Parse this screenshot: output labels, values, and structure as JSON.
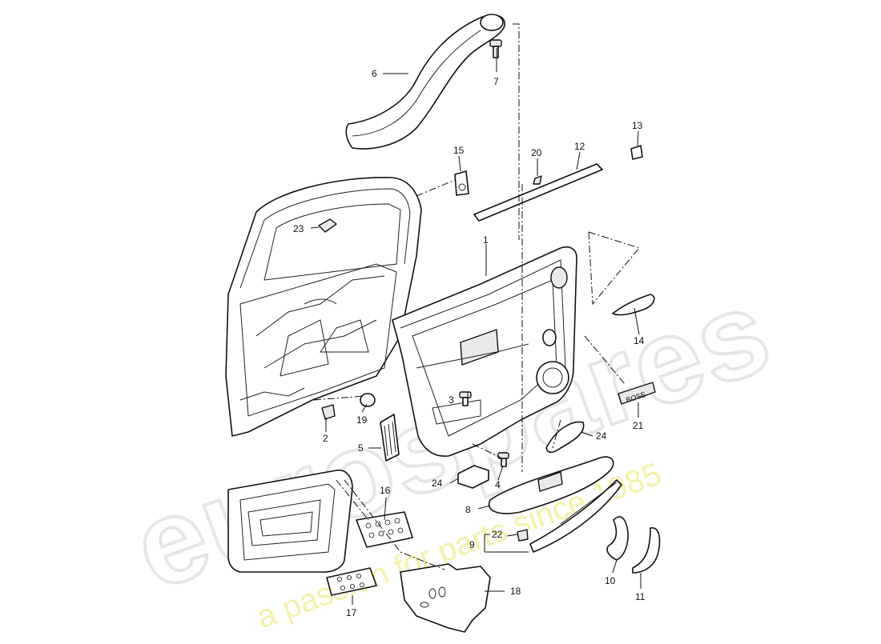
{
  "diagram": {
    "callouts": {
      "c1": "1",
      "c2": "2",
      "c3": "3",
      "c4": "4",
      "c5": "5",
      "c6": "6",
      "c7": "7",
      "c8": "8",
      "c9": "9",
      "c10": "10",
      "c11": "11",
      "c12": "12",
      "c13": "13",
      "c14": "14",
      "c15": "15",
      "c16": "16",
      "c17": "17",
      "c18": "18",
      "c19": "19",
      "c20": "20",
      "c21": "21",
      "c22": "22",
      "c23": "23",
      "c24a": "24",
      "c24b": "24"
    },
    "badge_text": "BOSE"
  },
  "watermark": {
    "brand": "eurospares",
    "tagline": "a passion for parts since 1985"
  }
}
